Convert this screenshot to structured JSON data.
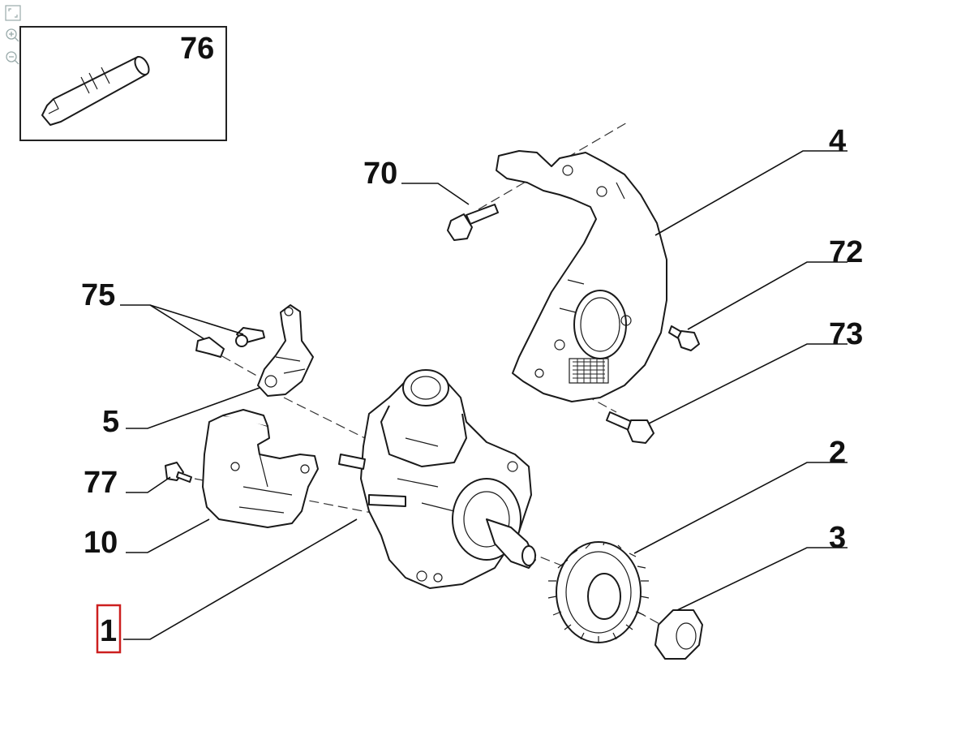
{
  "toolbar": {
    "items": [
      {
        "name": "fit-window",
        "icon": "expand-icon"
      },
      {
        "name": "zoom-in",
        "icon": "zoom-in-icon"
      },
      {
        "name": "zoom-out",
        "icon": "zoom-out-icon"
      }
    ]
  },
  "callouts": {
    "p76": "76",
    "p70": "70",
    "p4": "4",
    "p72": "72",
    "p75": "75",
    "p73": "73",
    "p5": "5",
    "p2": "2",
    "p77": "77",
    "p10": "10",
    "p3": "3",
    "p1": "1"
  },
  "highlight": {
    "selected_part": "1",
    "color": "#cc1f1f"
  }
}
